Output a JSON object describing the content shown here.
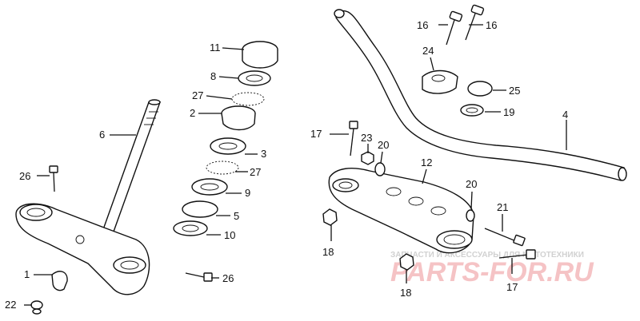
{
  "callouts": {
    "c1": "1",
    "c2": "2",
    "c3": "3",
    "c4": "4",
    "c5": "5",
    "c6": "6",
    "c8": "8",
    "c9": "9",
    "c10": "10",
    "c11": "11",
    "c12": "12",
    "c16a": "16",
    "c16b": "16",
    "c17a": "17",
    "c17b": "17",
    "c18a": "18",
    "c18b": "18",
    "c19": "19",
    "c20a": "20",
    "c20b": "20",
    "c21": "21",
    "c22": "22",
    "c23": "23",
    "c24": "24",
    "c25": "25",
    "c26a": "26",
    "c26b": "26",
    "c27a": "27",
    "c27b": "27"
  },
  "watermark": {
    "caption": "ЗАПЧАСТИ И АКСЕССУАРЫ ДЛЯ МОТОТЕХНИКИ",
    "logo_text": "PARTS-FOR.RU",
    "color": "#e8262d"
  }
}
